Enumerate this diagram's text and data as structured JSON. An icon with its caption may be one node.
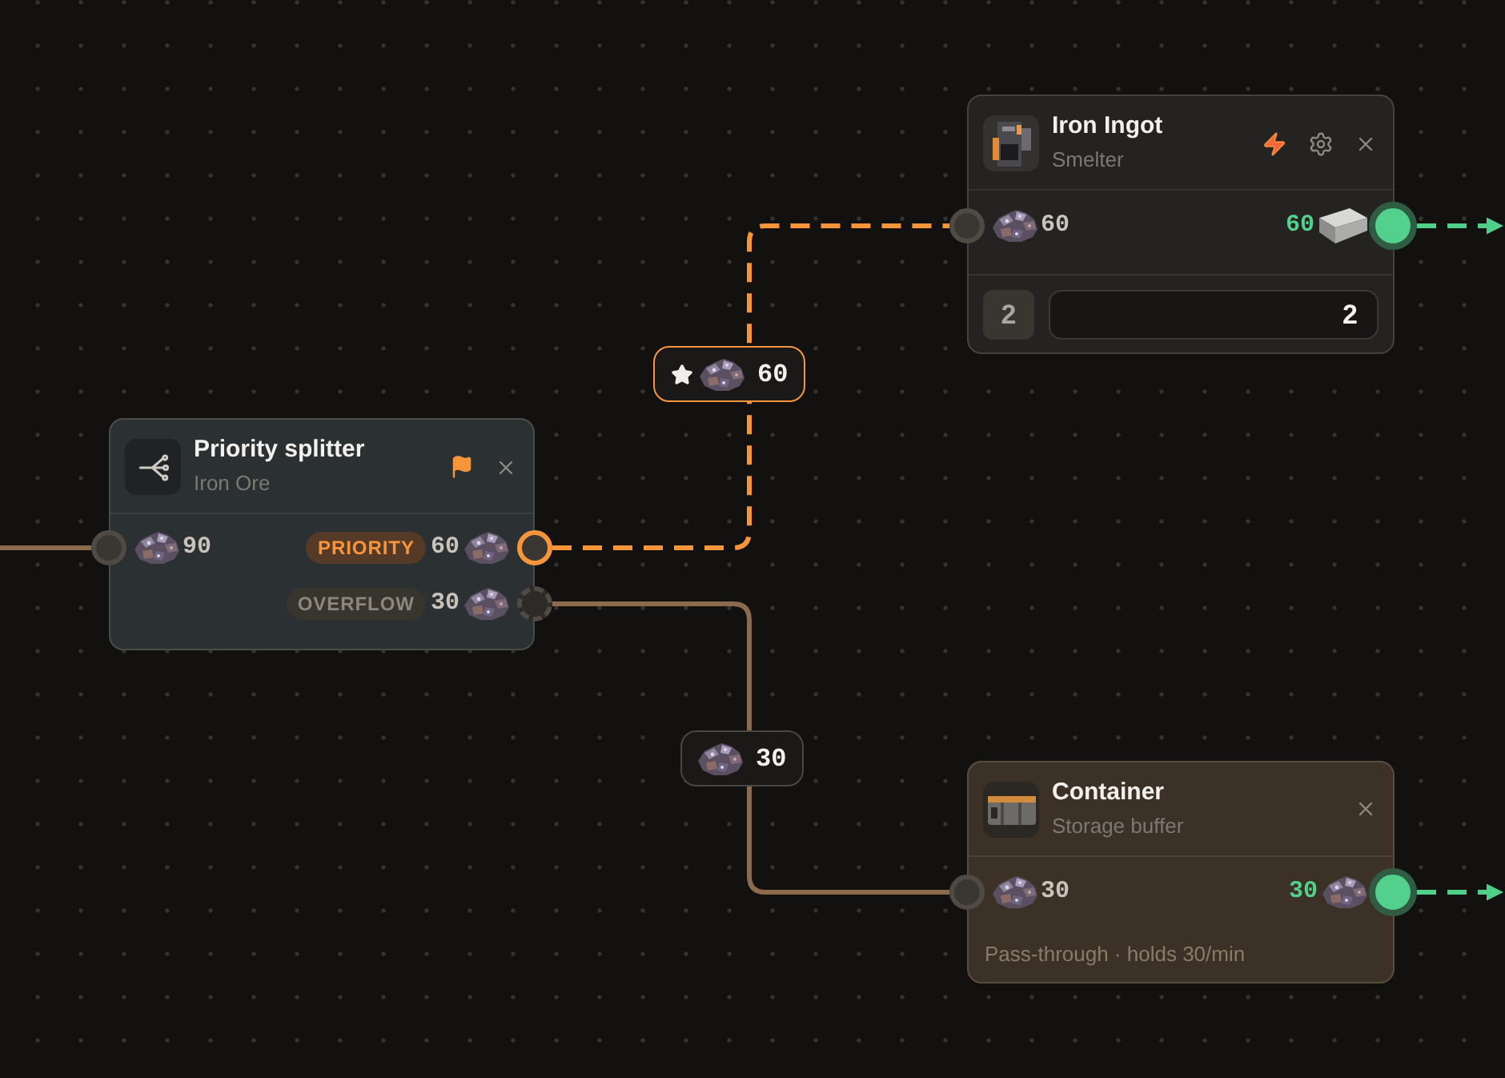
{
  "diagram": {
    "nodes": [
      {
        "text": [
          "Priority splitter",
          "Iron Ore",
          "90",
          "PRIORITY",
          "60",
          "OVERFLOW",
          "30"
        ]
      },
      {
        "text": [],
        "shape": "circle"
      },
      {
        "text": [],
        "shape": "circle"
      },
      {
        "text": [],
        "shape": "circle"
      },
      {
        "text": [
          "Iron Ingot",
          "Smelter",
          "60",
          "60",
          "2",
          "2"
        ]
      },
      {
        "text": [],
        "shape": "circle"
      },
      {
        "text": [],
        "shape": "circle"
      },
      {
        "text": [
          "Container",
          "Storage buffer",
          "30",
          "30",
          "Pass-through · holds 30/min"
        ]
      },
      {
        "text": [],
        "shape": "circle"
      },
      {
        "text": [],
        "shape": "circle"
      }
    ],
    "edges": [
      {
        "from": null,
        "to": 1,
        "arrow": "none"
      },
      {
        "from": 2,
        "to": 5,
        "arrow": "none",
        "label": "60",
        "style": "dashed",
        "color": "#f7953b"
      },
      {
        "from": 3,
        "to": 8,
        "arrow": "none",
        "label": "30"
      },
      {
        "from": 6,
        "to": null,
        "arrow": "to",
        "style": "dashed",
        "color": "#4fcf8a"
      },
      {
        "from": 9,
        "to": null,
        "arrow": "to",
        "style": "dashed",
        "color": "#4fcf8a"
      }
    ]
  }
}
